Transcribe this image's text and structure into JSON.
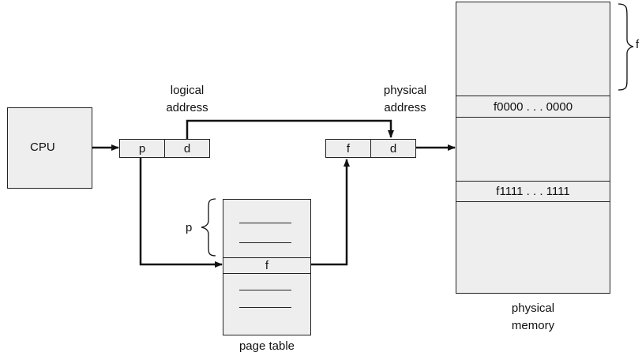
{
  "cpu": {
    "label": "CPU"
  },
  "logical_address": {
    "caption_line1": "logical",
    "caption_line2": "address",
    "page_field": "p",
    "offset_field": "d"
  },
  "physical_address": {
    "caption_line1": "physical",
    "caption_line2": "address",
    "frame_field": "f",
    "offset_field": "d"
  },
  "page_table": {
    "caption": "page table",
    "brace_label": "p",
    "selected_entry": "f"
  },
  "physical_memory": {
    "caption_line1": "physical",
    "caption_line2": "memory",
    "frame_start": "f0000 . . . 0000",
    "frame_end": "f1111 . . . 1111",
    "brace_label": "f"
  },
  "colors": {
    "box_fill": "#eeeeee",
    "stroke": "#222222",
    "background": "#ffffff"
  }
}
